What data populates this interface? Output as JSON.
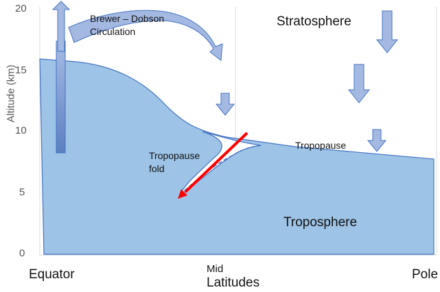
{
  "axis": {
    "y_label": "Altitude (km)",
    "y_ticks": [
      "20",
      "15",
      "10",
      "5",
      "0"
    ],
    "x_labels": {
      "left": "Equator",
      "mid_line1": "Mid",
      "mid_line2": "Latitudes",
      "right": "Pole"
    }
  },
  "labels": {
    "brewer_line1": "Brewer – Dobson",
    "brewer_line2": "Circulation",
    "stratosphere": "Stratosphere",
    "troposphere": "Troposphere",
    "tropopause": "Tropopause",
    "fold_line1": "Tropopause",
    "fold_line2": "fold"
  },
  "colors": {
    "troposphere_fill": "#9dc3e6",
    "outline": "#4472c4",
    "arrow_fill": "#a4b9e2",
    "column": "#5b7fc0",
    "fold_arrow": "#ff0000",
    "grid": "#d9d9d9"
  }
}
